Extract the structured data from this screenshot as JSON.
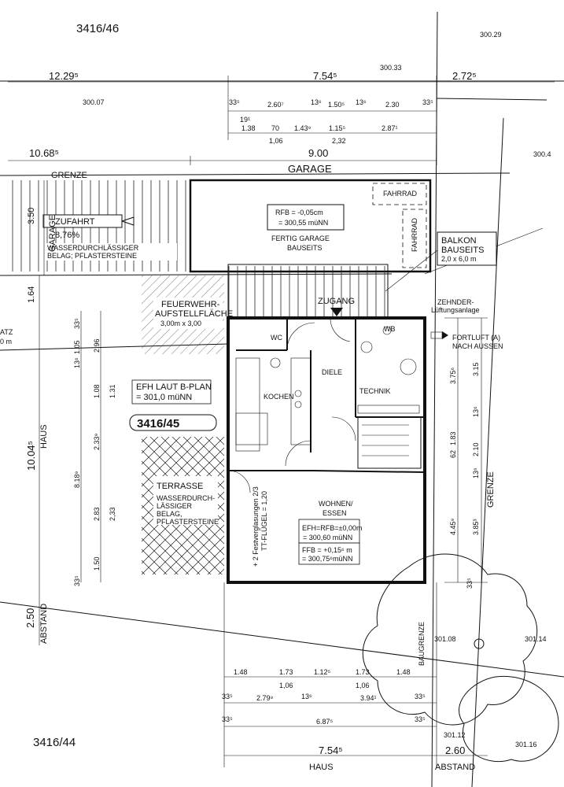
{
  "parcels": {
    "north": "3416/46",
    "center": "3416/45",
    "south": "3416/44"
  },
  "heights": {
    "h1": "300.29",
    "h2": "300.33",
    "h3": "300.07",
    "h4": "300.4",
    "h5": "301.08",
    "h6": "301.14",
    "h7": "301.12",
    "h8": "301.16"
  },
  "top_dims": {
    "a": "12.29⁵",
    "b": "7.54⁵",
    "c": "2.72⁵",
    "r1": [
      "33⁵",
      "2.60⁷",
      "13⁶",
      "1.50⁵",
      "13⁶",
      "2.30",
      "33⁵"
    ],
    "r2": [
      "19¹"
    ],
    "r3": [
      "1.38",
      "70",
      "1.43⁹",
      "1.15⁵",
      "2.87¹"
    ],
    "r4": [
      "1,06",
      "2,32"
    ],
    "d": "10.68⁵",
    "e": "9.00"
  },
  "labels": {
    "garage": "GARAGE",
    "grenze": "GRENZE",
    "garage_side": "GARAGE",
    "zufahrt": "ZUFAHRT",
    "slope": "8,76%",
    "zufahrt_note1": "WASSERDURCHLÄSSIGER",
    "zufahrt_note2": "BELAG; PFLASTERSTEINE",
    "fahrrad1": "FAHRRAD",
    "fahrrad2": "FAHRRAD",
    "rfb1": "RFB = -0,05cm",
    "rfb2": "= 300,55 müNN",
    "fertig1": "FERTIG GARAGE",
    "fertig2": "BAUSEITS",
    "balkon1": "BALKON",
    "balkon2": "BAUSEITS",
    "balkon3": "2,0 x 6,0 m",
    "feuer1": "FEUERWEHR-",
    "feuer2": "AUFSTELLFLÄCHE",
    "feuer3": "3,00m x 3,00",
    "zugang": "ZUGANG",
    "zehnder1": "ZEHNDER-",
    "zehnder2": "Lüftungsanlage",
    "fortluft1": "FORTLUFT (A)",
    "fortluft2": "NACH AUSSEN",
    "atz": "ATZ",
    "atz2": "0 m",
    "wc": "WC",
    "wb": "WB",
    "kochen": "KOCHEN",
    "diele": "DIELE",
    "technik": "TECHNIK",
    "efh1": "EFH LAUT B-PLAN",
    "efh2": "= 301,0 müNN",
    "terrasse": "TERRASSE",
    "terr1": "WASSERDURCH-",
    "terr2": "LÄSSIGER",
    "terr3": "BELAG,",
    "terr4": "PFLASTERSTEINE",
    "wohnen1": "WOHNEN/",
    "wohnen2": "ESSEN",
    "efhrfb1": "EFH=RFB=±0,00m",
    "efhrfb2": "= 300,60 müNN",
    "ffb1": "FFB = +0,15⁶ m",
    "ffb2": "= 300,75⁶müNN",
    "fest1": "+ 2 Festverglasungen 2/3",
    "fest2": "TT-FLÜGEL = 1,20",
    "haus_left": "HAUS",
    "abstand_left": "ABSTAND",
    "baugrenze": "BAUGRENZE",
    "grenze_right": "GRENZE",
    "haus_bottom": "HAUS",
    "abstand_bottom": "ABSTAND"
  },
  "left_dims": {
    "d350": "3.50",
    "d164": "1.64",
    "d1005": "1.05",
    "d33": "33⁵",
    "d296": "2.96",
    "d136": "13⁶",
    "d108": "1.08",
    "d131": "1.31",
    "d1004": "10.04⁵",
    "d233": "2.33⁹",
    "d818": "8.18⁹",
    "d283": "2.83",
    "d233b": "2,33",
    "d150": "1.50",
    "d335": "33⁵",
    "d250": "2.50"
  },
  "right_dims": {
    "d375": "3.75⁶",
    "d315": "3.15",
    "d136a": "13⁶",
    "d183": "1.83",
    "d62": "62",
    "d210": "2.10",
    "d136b": "13⁶",
    "d445": "4.45⁹",
    "d385": "3.85³",
    "d335": "33⁵"
  },
  "bottom_dims": {
    "r1": [
      "1.48",
      "1.73",
      "1.12⁵",
      "1.73",
      "1.48"
    ],
    "r2": [
      "1,06",
      "1,06"
    ],
    "r3": [
      "33⁵",
      "2.79⁸",
      "13⁶",
      "3.94¹",
      "33⁵"
    ],
    "r4": [
      "33⁵",
      "6.87⁵",
      "33⁵"
    ],
    "total": "7.54⁵",
    "right": "2.60"
  }
}
